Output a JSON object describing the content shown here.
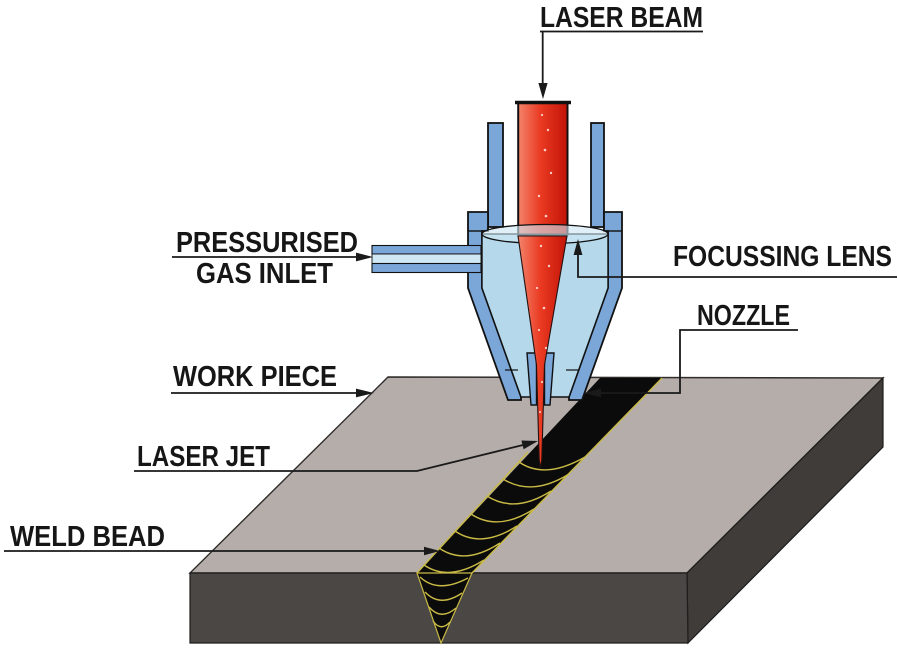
{
  "figure": {
    "type": "technical-diagram",
    "subject": "Laser beam welding head cross-section over work piece"
  },
  "labels": {
    "laser_beam": "LASER BEAM",
    "pressurised_line1": "PRESSURISED",
    "pressurised_line2": "GAS INLET",
    "focussing_lens": "FOCUSSING LENS",
    "nozzle": "NOZZLE",
    "work_piece": "WORK PIECE",
    "laser_jet": "LASER JET",
    "weld_bead": "WELD BEAD"
  },
  "colors": {
    "housing_blue": "#7aa6d8",
    "housing_inner_blue": "#b5d9ea",
    "lens_blue": "#cfe7f3",
    "inlet_channel_blue": "#cfe8f4",
    "beam_red_light": "#f4846c",
    "beam_red_mid": "#ea3a22",
    "beam_red_dark": "#c01207",
    "workpiece_top": "#b4adaa",
    "workpiece_front": "#4a4745",
    "workpiece_side": "#3f3c3a",
    "weld_seam_black": "#0b0b0b",
    "bead_ripple_yellow": "#c9ba45",
    "line_black": "#1a1a1a"
  }
}
